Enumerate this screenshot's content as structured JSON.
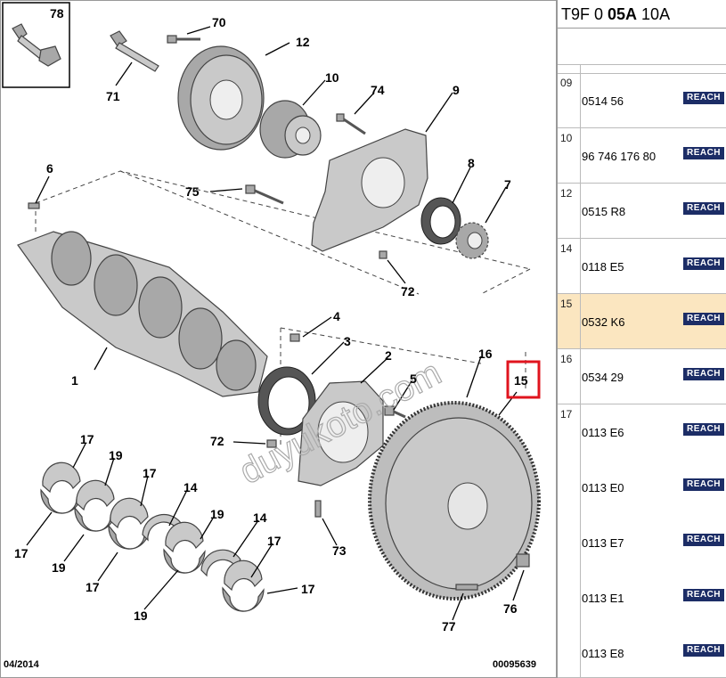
{
  "diagram": {
    "labels": {
      "l78": "78",
      "l70": "70",
      "l71": "71",
      "l12": "12",
      "l10": "10",
      "l74": "74",
      "l9": "9",
      "l6": "6",
      "l75": "75",
      "l8": "8",
      "l7": "7",
      "l72a": "72",
      "l1": "1",
      "l4": "4",
      "l3": "3",
      "l2": "2",
      "l5": "5",
      "l16": "16",
      "l15": "15",
      "l72b": "72",
      "l73": "73",
      "l17a": "17",
      "l19a": "19",
      "l17b": "17",
      "l14a": "14",
      "l19b": "19",
      "l14b": "14",
      "l17c": "17",
      "l17d": "17",
      "l19c": "19",
      "l17e": "17",
      "l17f": "17",
      "l19d": "19",
      "l76": "76",
      "l77": "77"
    },
    "date": "04/2014",
    "ref_number": "00095639",
    "watermark": "duyukoto.com",
    "highlight_color": "#e0141e"
  },
  "panel": {
    "header_pre": "T9F 0 ",
    "header_bold": "05A",
    "header_post": " 10A",
    "badge_text": "REACH",
    "rows": [
      {
        "index": "09",
        "refs": [
          "0514 56"
        ]
      },
      {
        "index": "10",
        "refs": [
          "96 746 176 80"
        ]
      },
      {
        "index": "12",
        "refs": [
          "0515 R8"
        ]
      },
      {
        "index": "14",
        "refs": [
          "0118 E5"
        ]
      },
      {
        "index": "15",
        "refs": [
          "0532 K6"
        ],
        "highlight": true
      },
      {
        "index": "16",
        "refs": [
          "0534 29"
        ]
      },
      {
        "index": "17",
        "refs": [
          "0113 E6",
          "0113 E0",
          "0113 E7",
          "0113 E1",
          "0113 E8"
        ]
      }
    ]
  }
}
